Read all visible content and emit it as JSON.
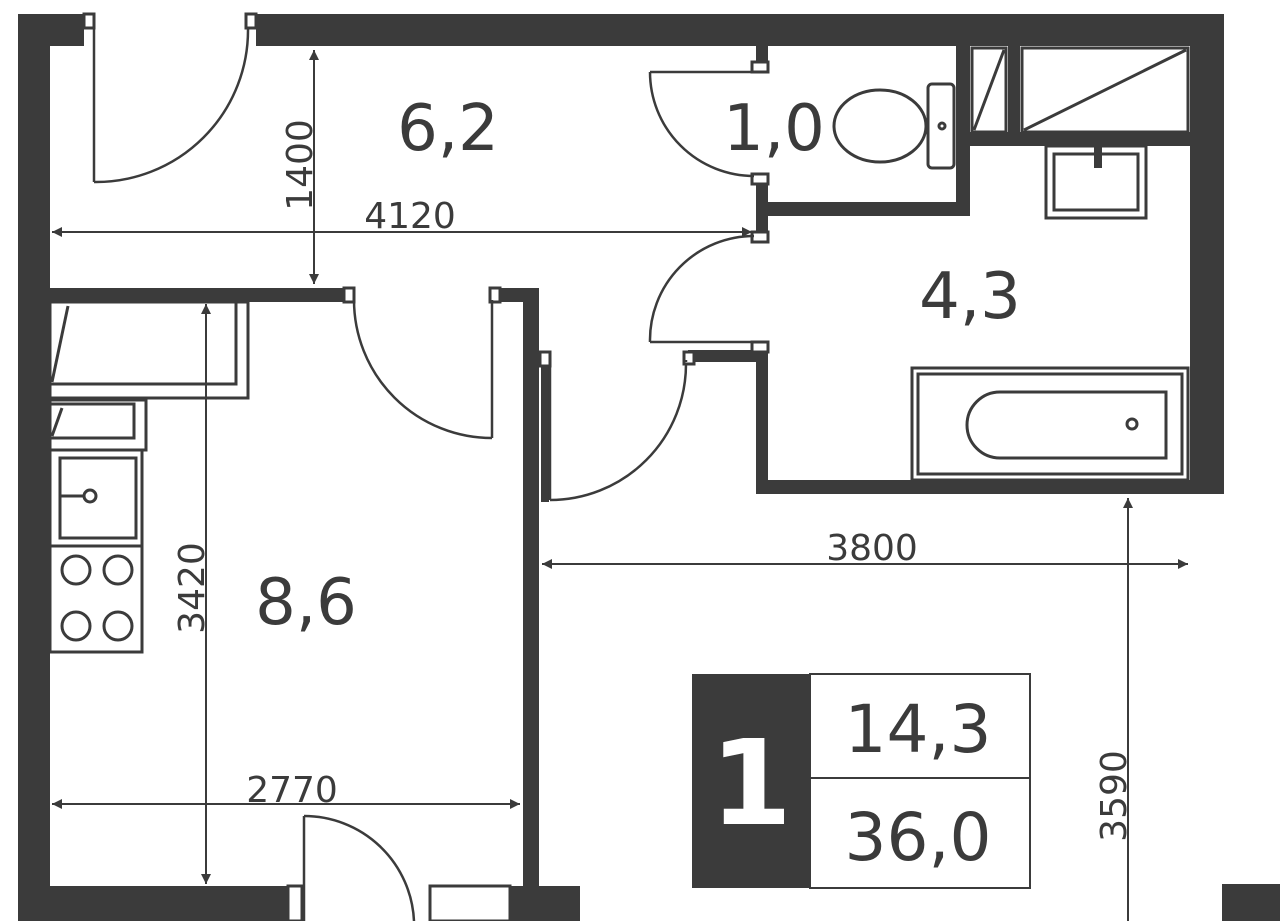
{
  "rooms": {
    "hall": "6,2",
    "wc": "1,0",
    "bathroom": "4,3",
    "kitchen": "8,6"
  },
  "dimensions": {
    "hall_depth": "1400",
    "hall_width": "4120",
    "kitchen_depth": "3420",
    "kitchen_width": "2770",
    "living_width": "3800",
    "living_depth": "3590"
  },
  "summary": {
    "room_count": "1",
    "living_area": "14,3",
    "total_area": "36,0"
  },
  "colors": {
    "wall": "#3b3b3b",
    "background": "#ffffff"
  }
}
